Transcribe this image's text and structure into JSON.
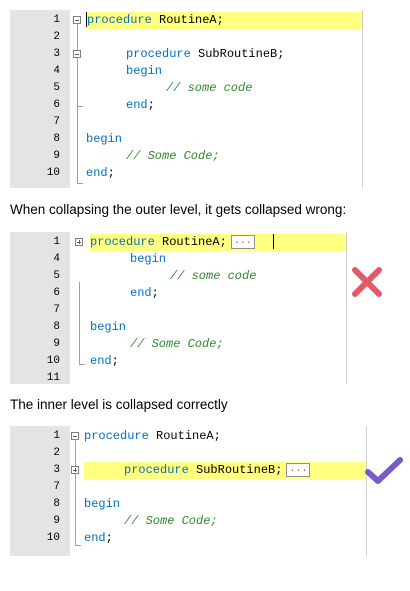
{
  "panels": [
    {
      "lines": [
        {
          "n": "1",
          "kw": "procedure",
          "rest": " RoutineA;"
        },
        {
          "n": "2"
        },
        {
          "n": "3",
          "kw": "procedure",
          "rest": " SubRoutineB;"
        },
        {
          "n": "4",
          "kw": "begin"
        },
        {
          "n": "5",
          "cm": "// some code"
        },
        {
          "n": "6",
          "kw": "end",
          "rest": ";"
        },
        {
          "n": "7"
        },
        {
          "n": "8",
          "kw": "begin"
        },
        {
          "n": "9",
          "cm": "// Some Code;"
        },
        {
          "n": "10",
          "kw": "end",
          "rest": ";"
        }
      ]
    },
    {
      "lines": [
        {
          "n": "1",
          "kw": "procedure",
          "rest": " RoutineA;",
          "ellipsis": "..."
        },
        {
          "n": "4",
          "kw": "begin"
        },
        {
          "n": "5",
          "cm": "// some code"
        },
        {
          "n": "6",
          "kw": "end",
          "rest": ";"
        },
        {
          "n": "7"
        },
        {
          "n": "8",
          "kw": "begin"
        },
        {
          "n": "9",
          "cm": "// Some Code;"
        },
        {
          "n": "10",
          "kw": "end",
          "rest": ";"
        },
        {
          "n": "11"
        }
      ]
    },
    {
      "lines": [
        {
          "n": "1",
          "kw": "procedure",
          "rest": " RoutineA;"
        },
        {
          "n": "2"
        },
        {
          "n": "3",
          "kw": "procedure",
          "rest": " SubRoutineB;",
          "ellipsis": "..."
        },
        {
          "n": "7"
        },
        {
          "n": "8",
          "kw": "begin"
        },
        {
          "n": "9",
          "cm": "// Some Code;"
        },
        {
          "n": "10",
          "kw": "end",
          "rest": ";"
        }
      ]
    }
  ],
  "captions": {
    "wrong": "When collapsing the outer level, it gets collapsed wrong:",
    "correct": "The inner level is collapsed correctly"
  },
  "icons": {
    "wrong": "cross-icon",
    "correct": "checkmark-icon"
  },
  "colors": {
    "keyword": "#0070c0",
    "comment": "#2e8b2e",
    "highlight": "#ffff80",
    "cross": "#e05a6a",
    "check": "#7a5acb"
  }
}
